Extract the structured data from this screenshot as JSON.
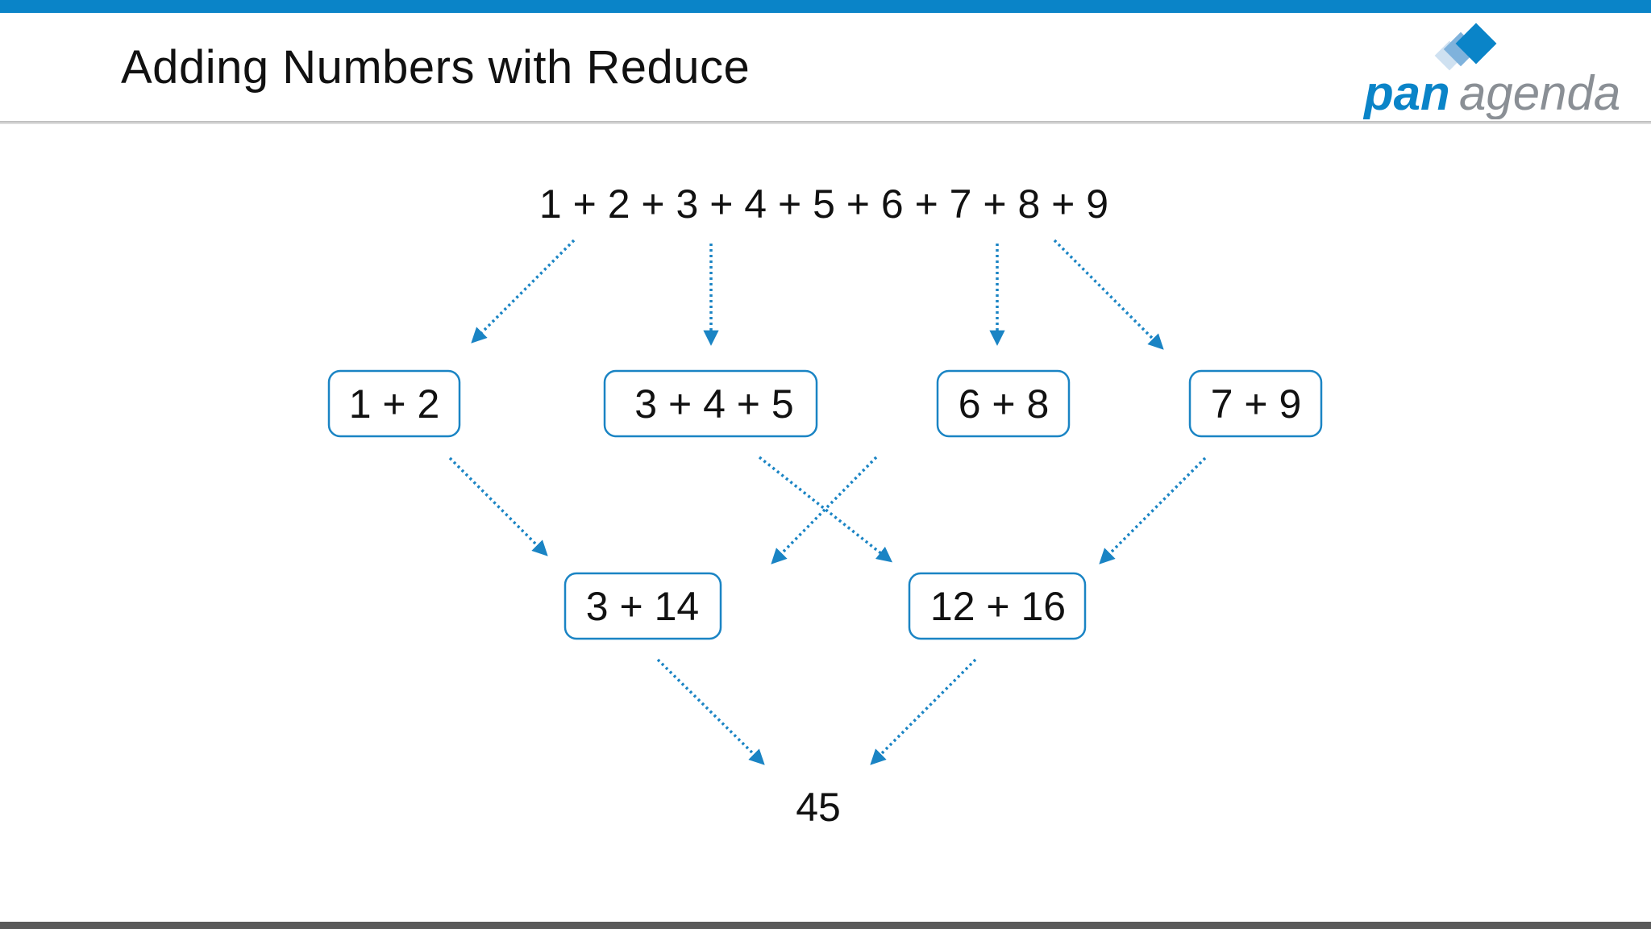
{
  "slide": {
    "title": "Adding Numbers with Reduce",
    "accent_color": "#0a84c8",
    "arrow_color": "#1a84c4"
  },
  "logo": {
    "text_part1": "pan",
    "text_part2": "agenda",
    "icon": "stacked-diamonds-icon"
  },
  "diagram": {
    "top_expression": "1 + 2 + 3 + 4 + 5 + 6 + 7 + 8 + 9",
    "level1": [
      "1 + 2",
      "3 + 4 + 5",
      "6 + 8",
      "7 + 9"
    ],
    "level2": [
      "3 + 14",
      "12 + 16"
    ],
    "result": "45"
  }
}
